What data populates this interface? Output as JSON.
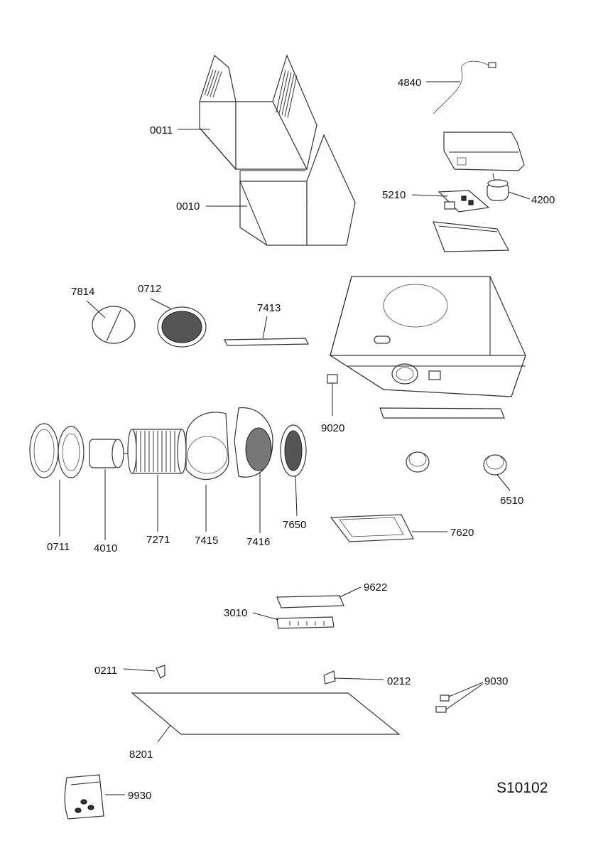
{
  "document_code": "S10102",
  "part_labels": {
    "p0011": "0011",
    "p0010": "0010",
    "p4840": "4840",
    "p5210": "5210",
    "p4200": "4200",
    "p7814": "7814",
    "p0712": "0712",
    "p7413": "7413",
    "p9020": "9020",
    "p0711": "0711",
    "p4010": "4010",
    "p7271": "7271",
    "p7415": "7415",
    "p7416": "7416",
    "p7650": "7650",
    "p6510": "6510",
    "p7620": "7620",
    "p9622": "9622",
    "p3010": "3010",
    "p0211": "0211",
    "p0212": "0212",
    "p9030": "9030",
    "p8201": "8201",
    "p9930": "9930"
  }
}
